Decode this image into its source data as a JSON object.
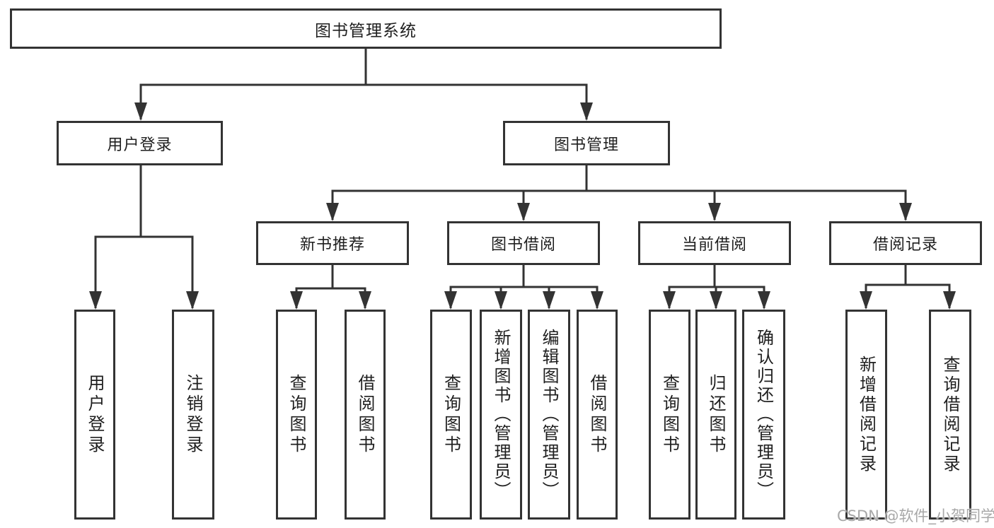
{
  "tree": {
    "root": {
      "label": "图书管理系统"
    },
    "user": {
      "label": "用户登录",
      "children": [
        {
          "label": "用户登录"
        },
        {
          "label": "注销登录"
        }
      ]
    },
    "mgmt": {
      "label": "图书管理",
      "modules": [
        {
          "label": "新书推荐",
          "children": [
            {
              "label": "查询图书"
            },
            {
              "label": "借阅图书"
            }
          ]
        },
        {
          "label": "图书借阅",
          "children": [
            {
              "label": "查询图书"
            },
            {
              "label": "新增图书（管理员）"
            },
            {
              "label": "编辑图书（管理员）"
            },
            {
              "label": "借阅图书"
            }
          ]
        },
        {
          "label": "当前借阅",
          "children": [
            {
              "label": "查询图书"
            },
            {
              "label": "归还图书"
            },
            {
              "label": "确认归还（管理员）"
            }
          ]
        },
        {
          "label": "借阅记录",
          "children": [
            {
              "label": "新增借阅记录"
            },
            {
              "label": "查询借阅记录"
            }
          ]
        }
      ]
    }
  },
  "watermark": {
    "text": "CSDN @软件_小贺同学"
  },
  "colors": {
    "line": "#333333",
    "box_border": "#333333",
    "text": "#1f1f1f",
    "watermark": "#a8a8a8",
    "background": "#ffffff"
  }
}
